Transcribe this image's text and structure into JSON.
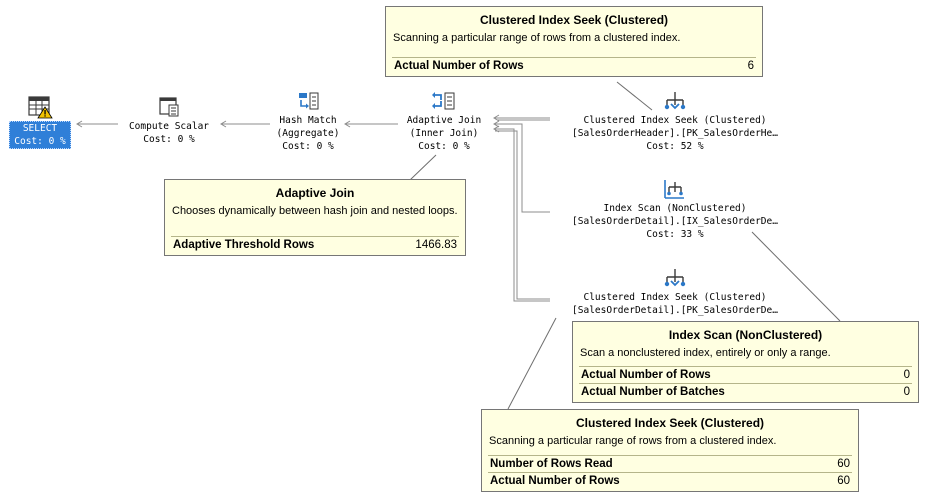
{
  "operators": {
    "select": {
      "name": "SELECT",
      "cost": "Cost: 0 %"
    },
    "compute_scalar": {
      "name": "Compute Scalar",
      "cost": "Cost: 0 %"
    },
    "hash_match": {
      "name": "Hash Match",
      "sub": "(Aggregate)",
      "cost": "Cost: 0 %"
    },
    "adaptive_join": {
      "name": "Adaptive Join",
      "sub": "(Inner Join)",
      "cost": "Cost: 0 %"
    },
    "seek_header": {
      "name": "Clustered Index Seek (Clustered)",
      "object": "[SalesOrderHeader].[PK_SalesOrderHe…",
      "cost": "Cost: 52 %"
    },
    "scan_detail": {
      "name": "Index Scan (NonClustered)",
      "object": "[SalesOrderDetail].[IX_SalesOrderDe…",
      "cost": "Cost: 33 %"
    },
    "seek_detail": {
      "name": "Clustered Index Seek (Clustered)",
      "object": "[SalesOrderDetail].[PK_SalesOrderDe…",
      "cost": ""
    }
  },
  "tooltips": {
    "seek_header": {
      "title": "Clustered Index Seek (Clustered)",
      "desc": "Scanning a particular range of rows from a clustered index.",
      "rows": [
        {
          "label": "Actual Number of Rows",
          "value": "6"
        }
      ]
    },
    "adaptive_join": {
      "title": "Adaptive Join",
      "desc": "Chooses dynamically between hash join and nested loops.",
      "rows": [
        {
          "label": "Adaptive Threshold Rows",
          "value": "1466.83"
        }
      ]
    },
    "scan_detail": {
      "title": "Index Scan (NonClustered)",
      "desc": "Scan a nonclustered index, entirely or only a range.",
      "rows": [
        {
          "label": "Actual Number of Rows",
          "value": "0"
        },
        {
          "label": "Actual Number of Batches",
          "value": "0"
        }
      ]
    },
    "seek_detail": {
      "title": "Clustered Index Seek (Clustered)",
      "desc": "Scanning a particular range of rows from a clustered index.",
      "rows": [
        {
          "label": "Number of Rows Read",
          "value": "60"
        },
        {
          "label": "Actual Number of Rows",
          "value": "60"
        }
      ]
    }
  },
  "icons": {
    "select": "select-table-icon",
    "warning": "warning-icon",
    "compute_scalar": "compute-scalar-icon",
    "hash_match": "hash-match-icon",
    "adaptive_join": "adaptive-join-icon",
    "seek": "clustered-index-seek-icon",
    "scan": "index-scan-icon"
  },
  "colors": {
    "selection": "#2f7fd8",
    "tooltip_bg": "#ffffe1",
    "warning": "#f2c200",
    "icon_blue": "#2b78c8"
  }
}
